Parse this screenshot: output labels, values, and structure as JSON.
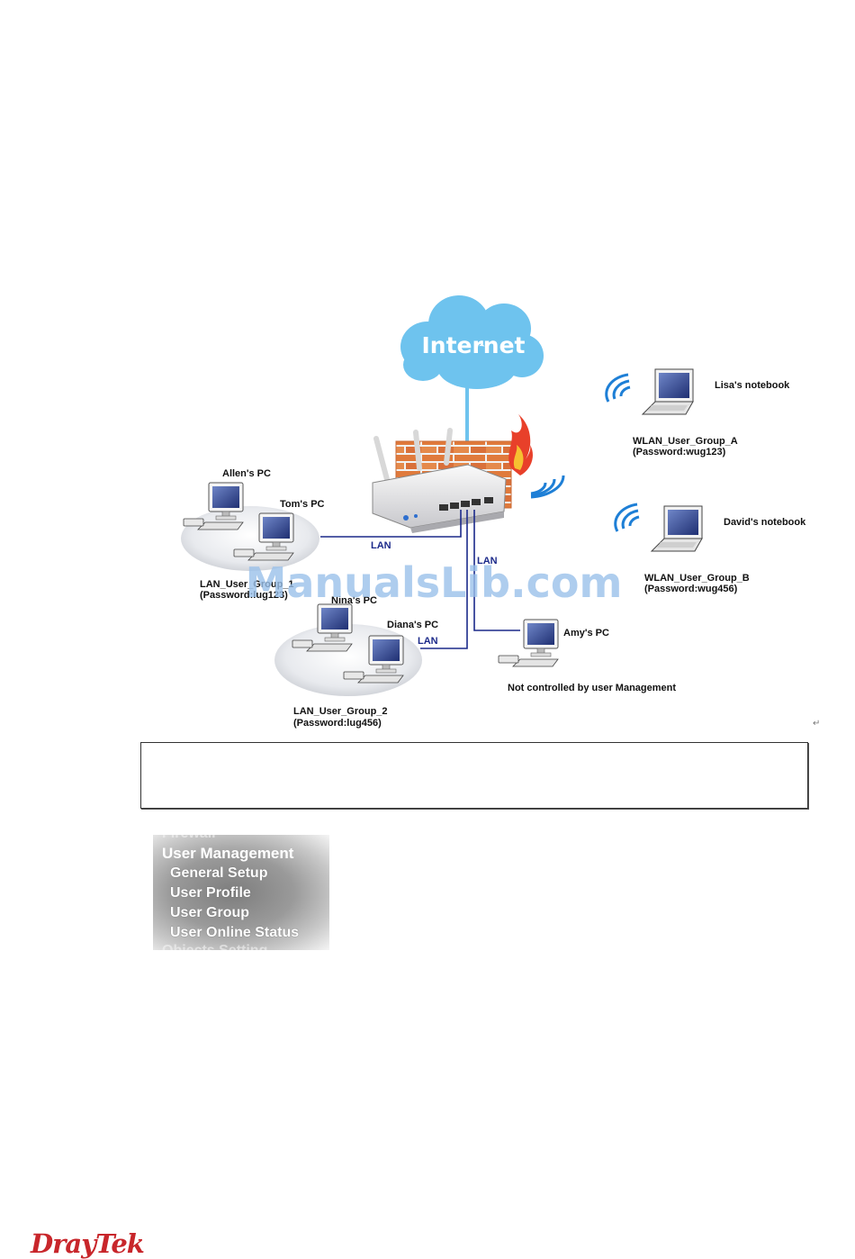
{
  "diagram": {
    "cloud_label": "Internet",
    "lan_labels": [
      "LAN",
      "LAN",
      "LAN"
    ],
    "devices": {
      "allen": "Allen's PC",
      "tom": "Tom's PC",
      "nina": "Nina's PC",
      "diana": "Diana's PC",
      "amy": "Amy's PC",
      "lisa": "Lisa's notebook",
      "david": "David's notebook"
    },
    "groups": {
      "lan1_name": "LAN_User_Group_1",
      "lan1_password": "(Password:lug123)",
      "lan2_name": "LAN_User_Group_2",
      "lan2_password": "(Password:lug456)",
      "wlan_a_name": "WLAN_User_Group_A",
      "wlan_a_password": "(Password:wug123)",
      "wlan_b_name": "WLAN_User_Group_B",
      "wlan_b_password": "(Password:wug456)"
    },
    "uncontrolled_note": "Not controlled by user Management",
    "return_mark": "↵"
  },
  "watermark": "ManualsLib.com",
  "menu": {
    "prev_item": "Firewall",
    "header": "User Management",
    "items": [
      "General Setup",
      "User Profile",
      "User Group",
      "User Online Status"
    ],
    "next_item": "Objects Setting"
  },
  "brand": {
    "logo_text": "DrayTek"
  },
  "colors": {
    "cloud": "#6ec3ee",
    "lan_line": "#1c2a8a",
    "brick": "#e07a3c",
    "wifi": "#1e7fd6",
    "logo": "#c8262b"
  }
}
